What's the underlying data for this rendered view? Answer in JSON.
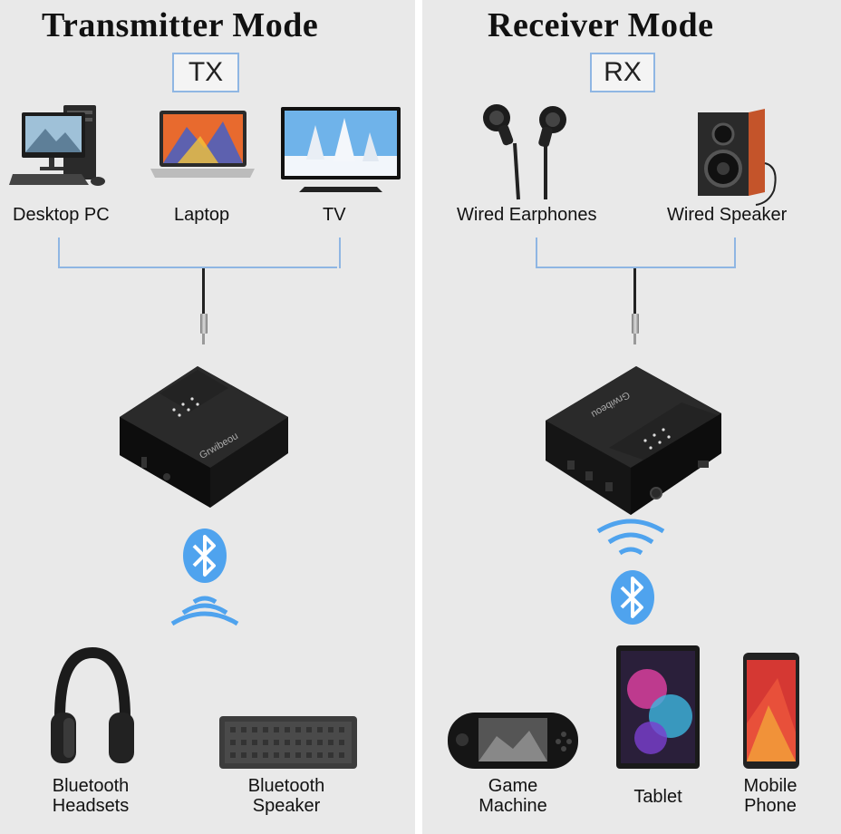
{
  "transmitter": {
    "title": "Transmitter Mode",
    "tag": "TX",
    "inputs": [
      "Desktop PC",
      "Laptop",
      "TV"
    ],
    "outputs": [
      {
        "line1": "Bluetooth",
        "line2": "Headsets"
      },
      {
        "line1": "Bluetooth",
        "line2": "Speaker"
      }
    ],
    "device_brand": "Grwibeou"
  },
  "receiver": {
    "title": "Receiver Mode",
    "tag": "RX",
    "outputs": [
      "Wired Earphones",
      "Wired Speaker"
    ],
    "sources": [
      {
        "line1": "Game",
        "line2": "Machine"
      },
      {
        "line1": "Tablet",
        "line2": ""
      },
      {
        "line1": "Mobile",
        "line2": "Phone"
      }
    ],
    "device_brand": "Grwibeou"
  },
  "colors": {
    "panel_bg": "#e9e9e9",
    "bracket": "#8fb6e3",
    "bluetooth": "#4fa3ee"
  },
  "icons": [
    "desktop-pc-icon",
    "laptop-icon",
    "tv-icon",
    "earphones-icon",
    "speaker-icon",
    "bluetooth-icon",
    "wave-icon",
    "headphones-icon",
    "bluetooth-speaker-icon",
    "game-console-icon",
    "tablet-icon",
    "mobile-phone-icon",
    "audio-adapter-icon"
  ]
}
